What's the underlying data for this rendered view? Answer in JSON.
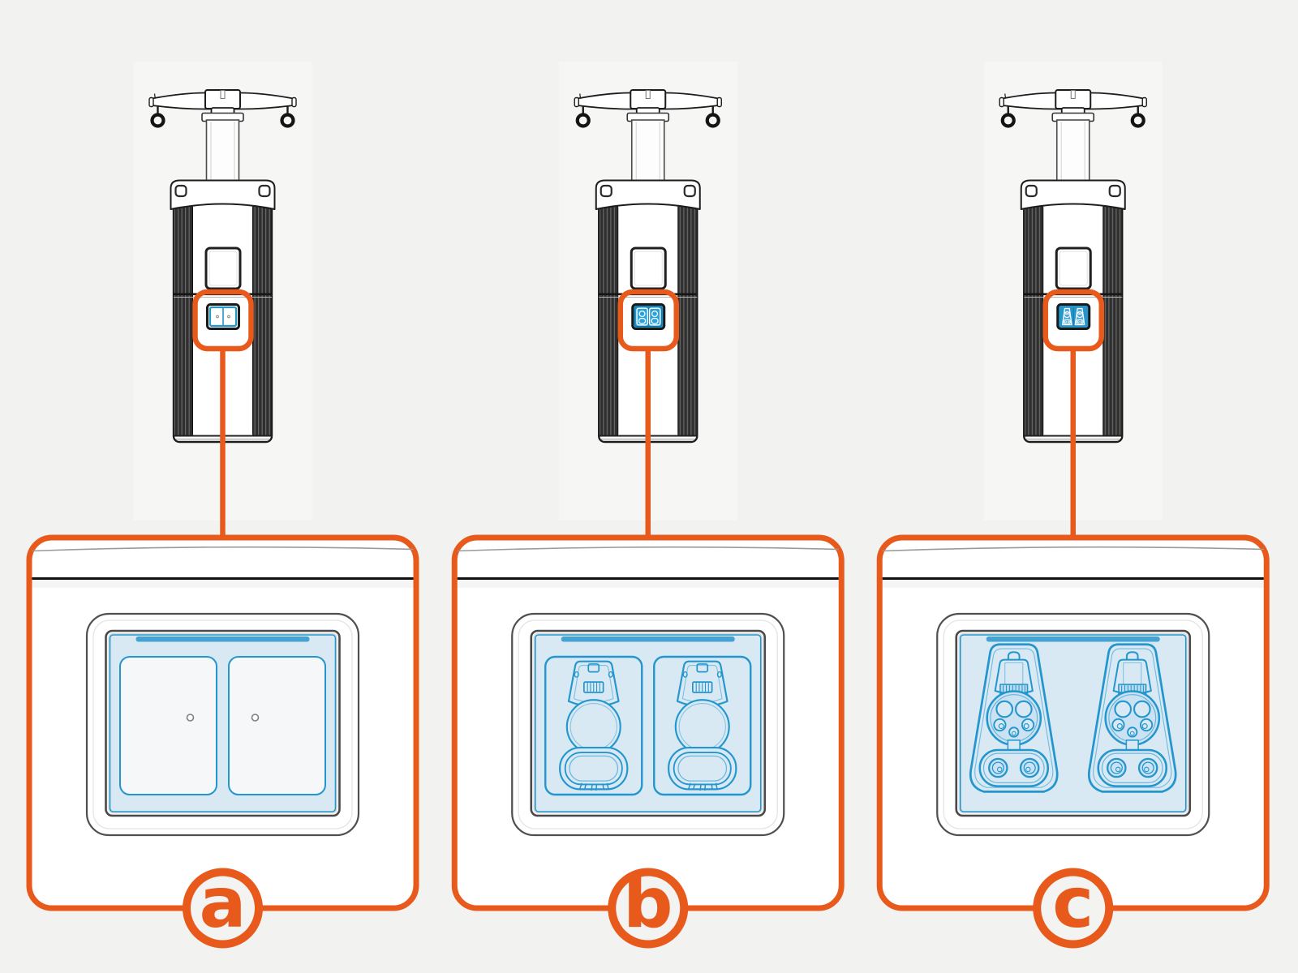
{
  "figure_type": "hardware-callout-diagram",
  "colors": {
    "accent_orange": "#E8591C",
    "line_blue": "#2496CE",
    "panel_fill_blue": "#D8E9F4",
    "accent_bar_blue": "#3D9FD2",
    "mini_panel_blue": "#29A3DC",
    "outline_dark": "#1C1C1C",
    "background": "#F2F2F1",
    "callout_fill": "#FFFFFF"
  },
  "stations": [
    {
      "id": "a",
      "panel_icon": "empty-dock-panel-icon"
    },
    {
      "id": "b",
      "panel_icon": "empty-holster-panel-icon"
    },
    {
      "id": "c",
      "panel_icon": "docked-connector-panel-icon"
    }
  ],
  "callouts": [
    {
      "letter": "a",
      "shows": "empty-dock-panel"
    },
    {
      "letter": "b",
      "shows": "connector-holsters-empty"
    },
    {
      "letter": "c",
      "shows": "connectors-docked"
    }
  ]
}
